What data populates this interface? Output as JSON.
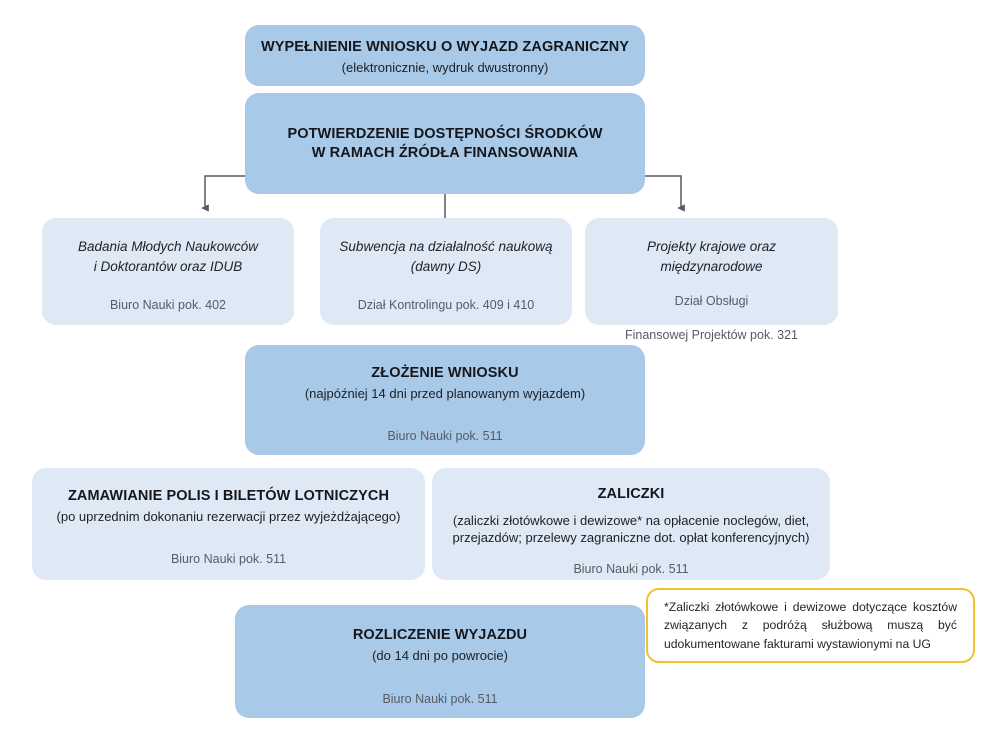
{
  "diagram": {
    "title": "Procedura wyjazdu zagranicznego",
    "colors": {
      "node_dark": "#a9c9e8",
      "node_light": "#dfe9f5",
      "callout_border": "#f2c22c",
      "connector": "#555a60",
      "text": "#1b1b1f",
      "room_text": "#565b64",
      "background": "#ffffff"
    },
    "nodes": {
      "wypelnienie": {
        "title": "WYPEŁNIENIE WNIOSKU O WYJAZD ZAGRANICZNY",
        "subtitle": "(elektronicznie, wydruk dwustronny)"
      },
      "potwierdzenie": {
        "title_line1": "POTWIERDZENIE DOSTĘPNOŚCI ŚRODKÓW",
        "title_line2": "W RAMACH ŹRÓDŁA FINANSOWANIA"
      },
      "badania": {
        "title_line1": "Badania Młodych Naukowców",
        "title_line2": "i Doktorantów oraz IDUB",
        "room": "Biuro Nauki pok. 402"
      },
      "subwencja": {
        "title_line1": "Subwencja na działalność naukową",
        "title_line2": "(dawny DS)",
        "room": "Dział Kontrolingu pok. 409 i 410"
      },
      "projekty": {
        "title_line1": "Projekty krajowe oraz międzynarodowe",
        "room_line1": "Dział Obsługi",
        "room_line2": "Finansowej Projektów pok. 321"
      },
      "zlozenie": {
        "title": "ZŁOŻENIE WNIOSKU",
        "subtitle": "(najpóźniej 14 dni przed planowanym wyjazdem)",
        "room": "Biuro Nauki pok. 511"
      },
      "zamawianie": {
        "title": "ZAMAWIANIE POLIS I BILETÓW LOTNICZYCH",
        "subtitle": "(po uprzednim dokonaniu rezerwacji przez wyjeżdżającego)",
        "room": "Biuro Nauki pok. 511"
      },
      "zaliczki": {
        "title": "ZALICZKI",
        "subtitle_line1": "(zaliczki złotówkowe i dewizowe* na opłacenie noclegów, diet,",
        "subtitle_line2": "przejazdów; przelewy zagraniczne dot. opłat konferencyjnych)",
        "room": "Biuro Nauki pok. 511"
      },
      "rozliczenie": {
        "title": "ROZLICZENIE WYJAZDU",
        "subtitle": "(do 14 dni po powrocie)",
        "room": "Biuro Nauki pok. 511"
      },
      "footnote": {
        "text": "*Zaliczki złotówkowe i dewizowe dotyczące kosztów związanych z podróżą służbową muszą być udokumentowane fakturami wystawionymi na UG"
      }
    },
    "connectors": [
      {
        "name": "branch-left",
        "from": "potwierdzenie",
        "to": "badania"
      },
      {
        "name": "branch-center",
        "from": "potwierdzenie",
        "to": "subwencja"
      },
      {
        "name": "branch-right",
        "from": "potwierdzenie",
        "to": "projekty"
      }
    ]
  }
}
